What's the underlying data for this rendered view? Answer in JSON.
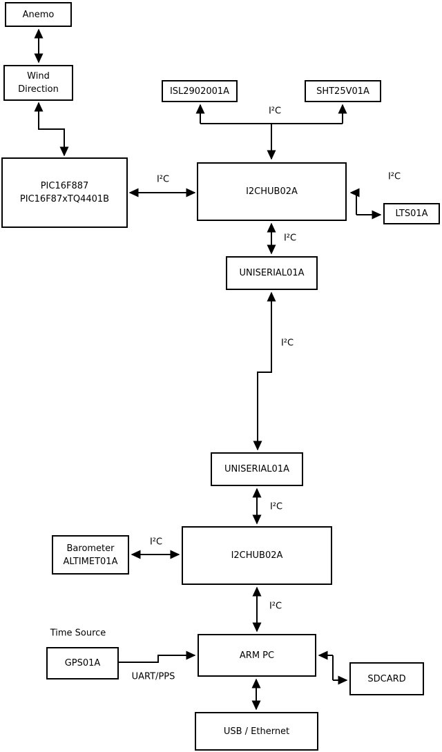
{
  "diagram": {
    "type": "hardware-block-diagram",
    "background_color": "#ffffff",
    "line_color": "#000000",
    "nodes": {
      "anemo": {
        "label": "Anemo"
      },
      "wind_direction": {
        "line1": "Wind",
        "line2": "Direction"
      },
      "pic": {
        "line1": "PIC16F887",
        "line2": "PIC16F87xTQ4401B"
      },
      "isl": {
        "label": "ISL2902001A"
      },
      "sht": {
        "label": "SHT25V01A"
      },
      "i2c_hub_top": {
        "label": "I2CHUB02A"
      },
      "lts": {
        "label": "LTS01A"
      },
      "uniserial_top": {
        "label": "UNISERIAL01A"
      },
      "uniserial_bottom": {
        "label": "UNISERIAL01A"
      },
      "i2c_hub_bottom": {
        "label": "I2CHUB02A"
      },
      "barometer": {
        "line1": "Barometer",
        "line2": "ALTIMET01A"
      },
      "gps": {
        "label": "GPS01A"
      },
      "arm_pc": {
        "label": "ARM PC"
      },
      "sdcard": {
        "label": "SDCARD"
      },
      "usb_ethernet": {
        "label": "USB / Ethernet"
      }
    },
    "labels": {
      "i2c": "I²C",
      "uart_pps": "UART/PPS",
      "time_source": "Time Source"
    },
    "edges": [
      {
        "from": "anemo",
        "to": "wind_direction",
        "style": "bidirectional"
      },
      {
        "from": "wind_direction",
        "to": "pic",
        "style": "bidirectional"
      },
      {
        "from": "pic",
        "to": "i2c_hub_top",
        "label": "I²C",
        "style": "bidirectional"
      },
      {
        "from": "i2c_hub_top",
        "to": "isl",
        "label": "I²C",
        "style": "bus-arrow"
      },
      {
        "from": "i2c_hub_top",
        "to": "sht",
        "label": "I²C",
        "style": "bus-arrow"
      },
      {
        "from": "i2c_hub_top",
        "to": "lts",
        "label": "I²C",
        "style": "bidirectional"
      },
      {
        "from": "i2c_hub_top",
        "to": "uniserial_top",
        "label": "I²C",
        "style": "bidirectional"
      },
      {
        "from": "uniserial_top",
        "to": "uniserial_bottom",
        "label": "I²C",
        "style": "bidirectional"
      },
      {
        "from": "uniserial_bottom",
        "to": "i2c_hub_bottom",
        "label": "I²C",
        "style": "bidirectional"
      },
      {
        "from": "barometer",
        "to": "i2c_hub_bottom",
        "label": "I²C",
        "style": "bidirectional"
      },
      {
        "from": "i2c_hub_bottom",
        "to": "arm_pc",
        "label": "I²C",
        "style": "bidirectional"
      },
      {
        "from": "gps",
        "to": "arm_pc",
        "label": "UART/PPS",
        "style": "arrow"
      },
      {
        "from": "arm_pc",
        "to": "sdcard",
        "style": "bidirectional"
      },
      {
        "from": "arm_pc",
        "to": "usb_ethernet",
        "style": "bidirectional"
      }
    ]
  }
}
